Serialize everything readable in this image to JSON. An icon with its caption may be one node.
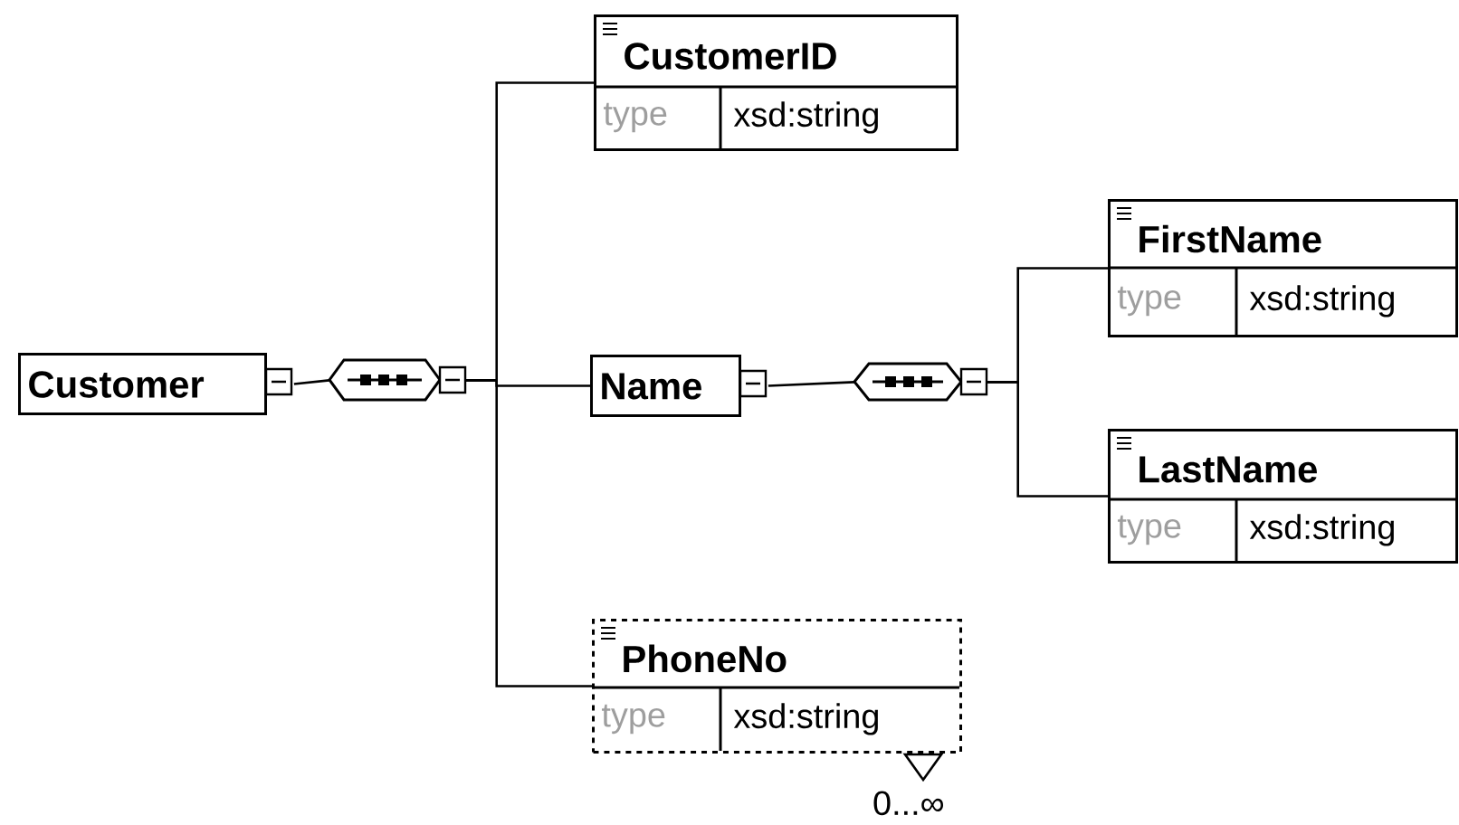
{
  "diagram": {
    "nodes": [
      {
        "text": [
          "Customer"
        ]
      },
      {
        "text": [],
        "shape": "octagon"
      },
      {
        "text": [
          "CustomerID",
          "type",
          "xsd:string"
        ]
      },
      {
        "text": [
          "Name"
        ]
      },
      {
        "text": [],
        "shape": "octagon"
      },
      {
        "text": [
          "FirstName",
          "type",
          "xsd:string"
        ]
      },
      {
        "text": [
          "LastName",
          "type",
          "xsd:string"
        ]
      },
      {
        "text": [
          "PhoneNo",
          "type",
          "xsd:string"
        ],
        "beside": [
          "0...∞"
        ]
      }
    ],
    "edges": [
      {
        "from": 0,
        "to": 1,
        "arrow": "none"
      },
      {
        "from": 1,
        "to": 2,
        "arrow": "none"
      },
      {
        "from": 1,
        "to": 3,
        "arrow": "none"
      },
      {
        "from": 1,
        "to": 7,
        "arrow": "none"
      },
      {
        "from": 3,
        "to": 4,
        "arrow": "none"
      },
      {
        "from": 4,
        "to": 5,
        "arrow": "none"
      },
      {
        "from": 4,
        "to": 6,
        "arrow": "none"
      }
    ]
  }
}
